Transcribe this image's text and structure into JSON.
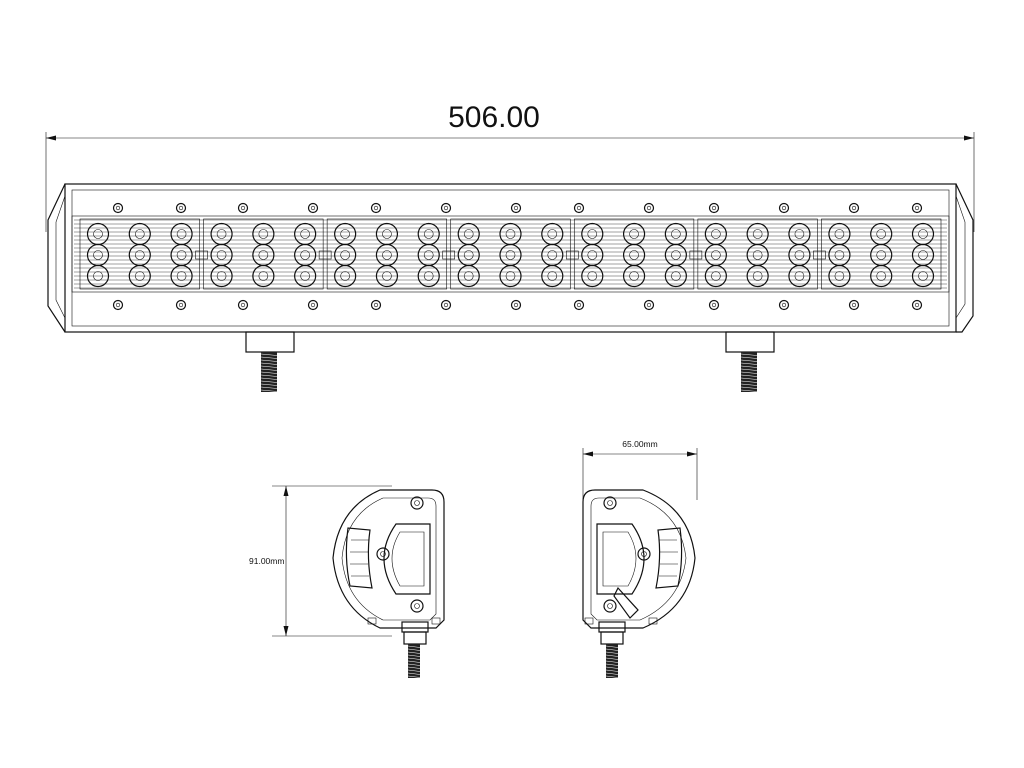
{
  "dimensions": {
    "length": "506.00",
    "depth": "65.00mm",
    "height": "91.00mm"
  },
  "light_bar": {
    "led_groups": 7,
    "leds_per_row_in_group": 3,
    "led_rows": 3
  },
  "colors": {
    "line": "#111111",
    "background": "#ffffff"
  }
}
